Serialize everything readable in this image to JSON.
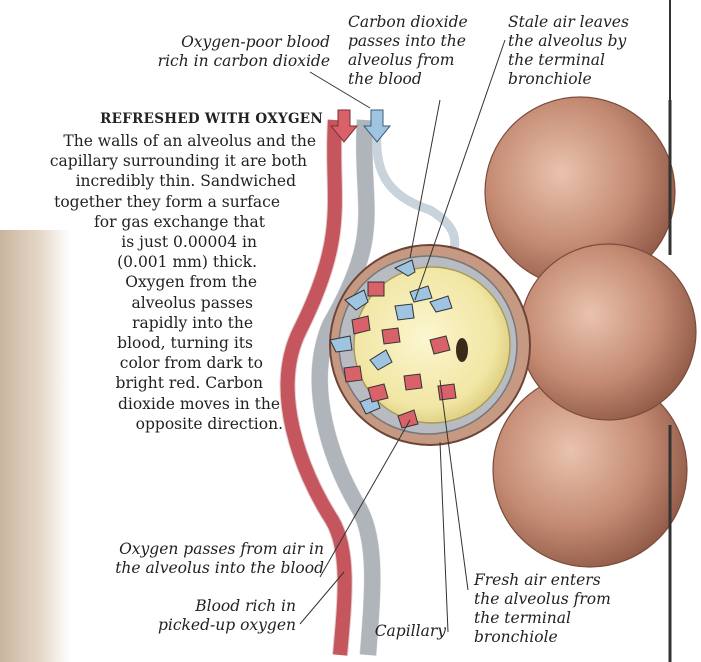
{
  "heading": "REFRESHED WITH OXYGEN",
  "body_lines": [
    "The walls of an alveolus and the",
    "capillary surrounding it are both",
    "incredibly thin. Sandwiched",
    "together they form a surface",
    "for gas exchange that",
    "is just 0.00004 in",
    "(0.001 mm) thick.",
    "Oxygen from the",
    "alveolus passes",
    "rapidly into the",
    "blood, turning its",
    "color from dark to",
    "bright red. Carbon",
    "dioxide moves in the",
    "opposite direction."
  ],
  "labels": {
    "oxygen_poor": [
      "Oxygen-poor blood",
      "rich in carbon dioxide"
    ],
    "co2_passes": [
      "Carbon dioxide",
      "passes into the",
      "alveolus from",
      "the blood"
    ],
    "stale_air": [
      "Stale air leaves",
      "the alveolus by",
      "the terminal",
      "bronchiole"
    ],
    "oxygen_passes": [
      "Oxygen passes from air in",
      "the alveolus into the blood"
    ],
    "blood_rich": [
      "Blood rich in",
      "picked-up oxygen"
    ],
    "capillary": [
      "Capillary"
    ],
    "fresh_air": [
      "Fresh air enters",
      "the alveolus from",
      "the terminal",
      "bronchiole"
    ]
  },
  "colors": {
    "oxygenated_blood": "#d9626a",
    "deoxygenated_blood": "#9fc4e2",
    "alveolus_sacs": "#c48a72",
    "alveolus_interior": "#f4ecac",
    "capillary_wall": "#8a8f96"
  }
}
